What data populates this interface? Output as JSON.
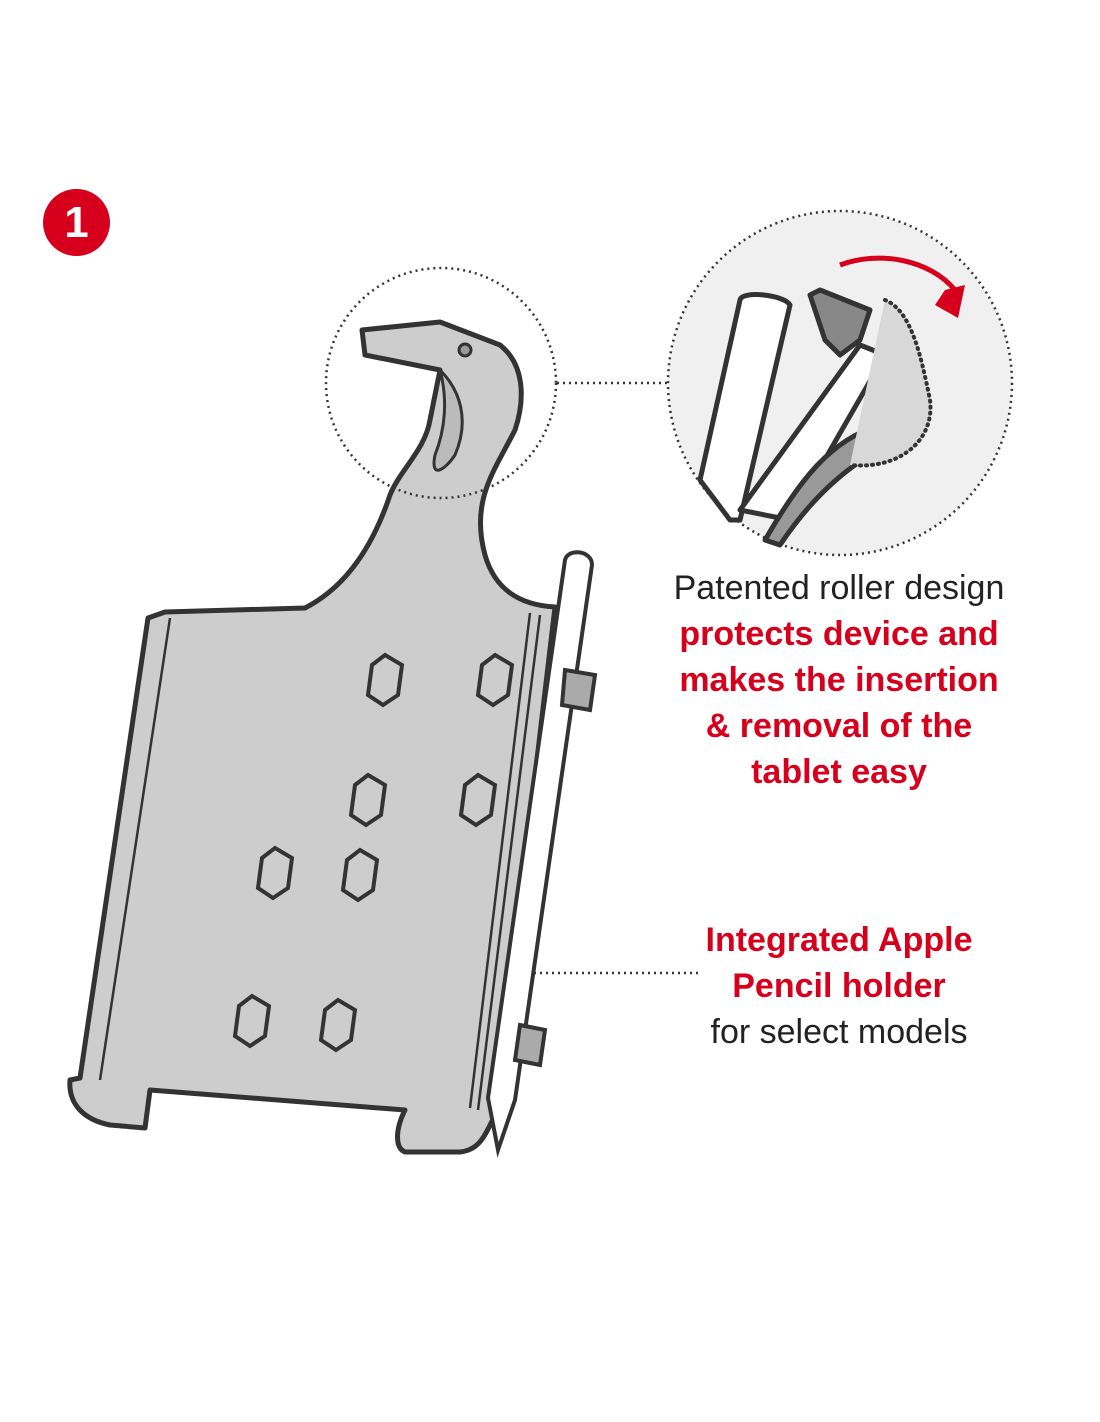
{
  "step": {
    "number": "1"
  },
  "callouts": {
    "roller": {
      "intro": "Patented roller design",
      "lines": [
        "protects device and",
        "makes the insertion",
        "& removal of the",
        "tablet easy"
      ]
    },
    "pencil": {
      "lines": [
        "Integrated Apple",
        "Pencil holder"
      ],
      "note": "for select models"
    }
  },
  "colors": {
    "accent": "#d6001c",
    "text": "#222222",
    "holder": "#cdcdcd",
    "outline": "#333333"
  }
}
